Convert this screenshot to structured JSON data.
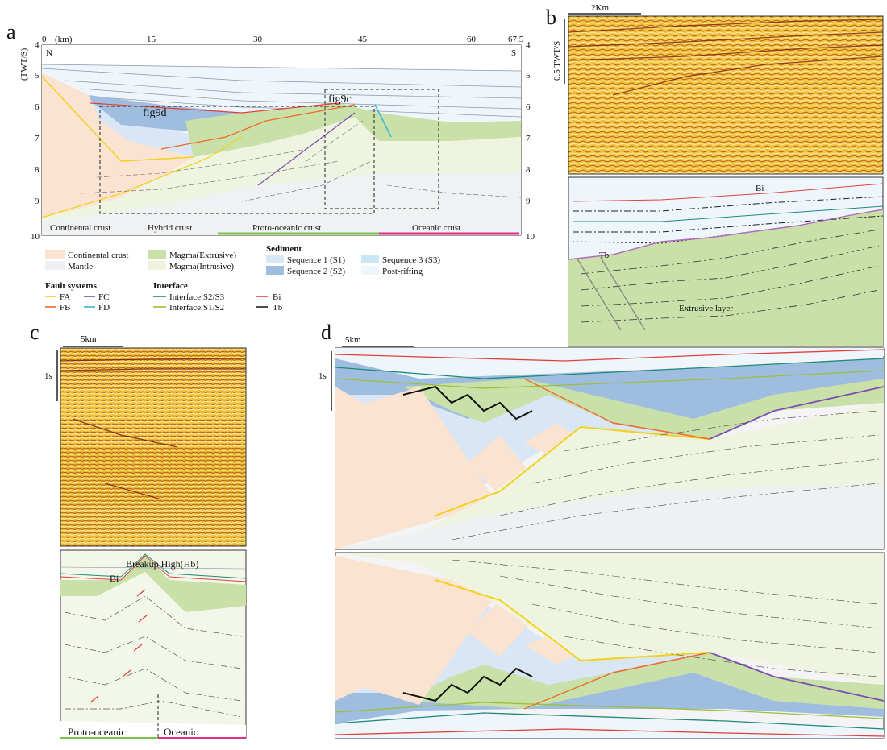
{
  "panels": {
    "a": "a",
    "b": "b",
    "c": "c",
    "d": "d"
  },
  "panel_a": {
    "x_unit": "(km)",
    "x_ticks": [
      "0",
      "15",
      "30",
      "45",
      "60",
      "67.5"
    ],
    "y_axis_label": "(TWT/S)",
    "y_ticks_left": [
      "4",
      "5",
      "6",
      "7",
      "8",
      "9",
      "10"
    ],
    "y_ticks_right": [
      "4",
      "5",
      "6",
      "7",
      "8",
      "9",
      "10"
    ],
    "north": "N",
    "south": "S",
    "callout_d": "fig9d",
    "callout_c": "fig9c",
    "crust_labels": [
      "Continental crust",
      "Hybrid crust",
      "Proto-oceanic crust",
      "Oceanic crust"
    ],
    "colors": {
      "continental": "#fbe3d2",
      "mantle": "#eef0f6",
      "magma_extrusive": "#c9e0a9",
      "magma_intrusive": "#eef4e0",
      "s1": "#d8e6f6",
      "s2": "#9fbedf",
      "s3": "#c7e7f4",
      "post_rifting": "#eef6fb",
      "proto_oceanic_bar": "#7cc24a",
      "oceanic_bar": "#e02d8a"
    }
  },
  "legend": {
    "continental_crust": "Continental crust",
    "mantle": "Mantle",
    "magma_extrusive": "Magma(Extrusive)",
    "magma_intrusive": "Magma(Intrusive)",
    "sediment_title": "Sediment",
    "seq1": "Sequence 1 (S1)",
    "seq2": "Sequence 2 (S2)",
    "seq3": "Sequence 3 (S3)",
    "post_rifting": "Post-rifting",
    "fault_title": "Fault systems",
    "fa": "FA",
    "fb": "FB",
    "fc": "FC",
    "fd": "FD",
    "interface_title": "Interface",
    "int_s2s3": "Interface S2/S3",
    "int_s1s2": "Interface S1/S2",
    "bi": "Bi",
    "tb": "Tb",
    "fault_colors": {
      "fa": "#f2d21a",
      "fb": "#f06a2a",
      "fc": "#7a4fb0",
      "fd": "#38b8d8",
      "s2s3": "#1f8a7a",
      "s1s2": "#9bbf3a",
      "bi": "#e0403a",
      "tb": "#222222"
    }
  },
  "panel_b": {
    "scale": "2Km",
    "vscale": "0.5 TWT/S",
    "bi": "Bi",
    "tb": "Tb",
    "layer": "Extrusive layer"
  },
  "panel_c": {
    "scale": "5km",
    "vscale": "1s",
    "title": "Breakup High(Hb)",
    "bi": "Bi",
    "left": "Proto-oceanic",
    "right": "Oceanic"
  },
  "panel_d": {
    "scale": "5km",
    "vscale": "1s"
  }
}
